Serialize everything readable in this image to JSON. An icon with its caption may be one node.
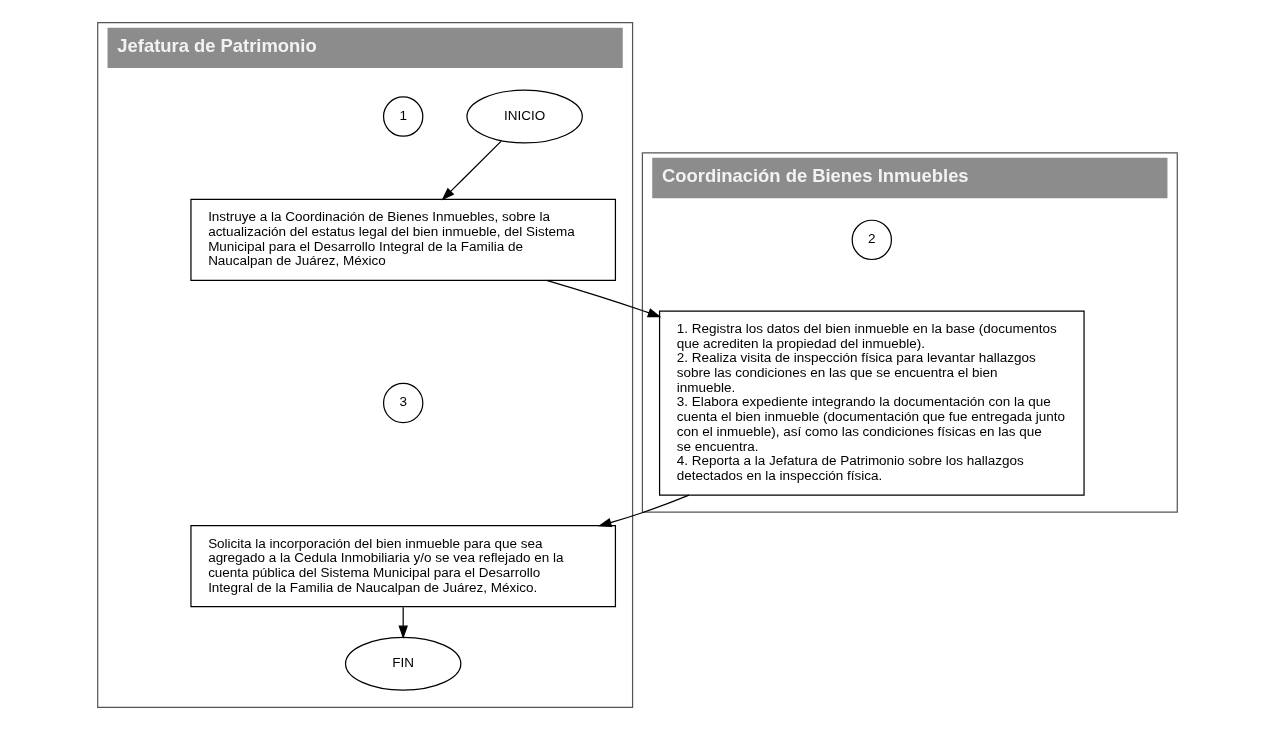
{
  "diagram": {
    "nodes": [
      {
        "text": [
          "Jefatura de Patrimonio"
        ]
      },
      {
        "text": [
          "Coordinación de Bienes Inmuebles"
        ]
      },
      {
        "text": [
          "INICIO"
        ],
        "in": 0
      },
      {
        "text": [
          "1"
        ],
        "in": 0
      },
      {
        "text": [
          "Instruye a la Coordinación de Bienes Inmuebles, sobre la actualización del estatus legal del bien inmueble, del Sistema Municipal para el Desarrollo Integral de la Familia de Naucalpan de Juárez, México"
        ],
        "in": 0
      },
      {
        "text": [
          "2"
        ],
        "in": 1
      },
      {
        "text": [
          "1. Registra los datos del bien inmueble en la base (documentos que acrediten la propiedad del inmueble).",
          "2. Realiza visita de inspección física para levantar hallazgos sobre las condiciones en las que se encuentra el bien inmueble.",
          "3. Elabora expediente integrando la documentación con la que cuenta el bien inmueble (documentación que fue entregada junto con el inmueble), así como las condiciones físicas en las que se encuentra.",
          "4. Reporta a la Jefatura de Patrimonio sobre los hallazgos detectados en la inspección física."
        ],
        "in": 1
      },
      {
        "text": [
          "3"
        ],
        "in": 0
      },
      {
        "text": [
          "Solicita la incorporación del bien inmueble para que sea agregado a la Cedula Inmobiliaria y/o se vea reflejado en la cuenta pública del Sistema Municipal para el Desarrollo Integral de la Familia de Naucalpan de Juárez, México."
        ],
        "in": 0
      },
      {
        "text": [
          "FIN"
        ],
        "in": 0
      }
    ],
    "edges": [
      {
        "from": 2,
        "to": 4,
        "arrow": "to"
      },
      {
        "from": 4,
        "to": 6,
        "arrow": "to"
      },
      {
        "from": 6,
        "to": 8,
        "arrow": "to"
      },
      {
        "from": 8,
        "to": 9,
        "arrow": "to"
      }
    ]
  }
}
